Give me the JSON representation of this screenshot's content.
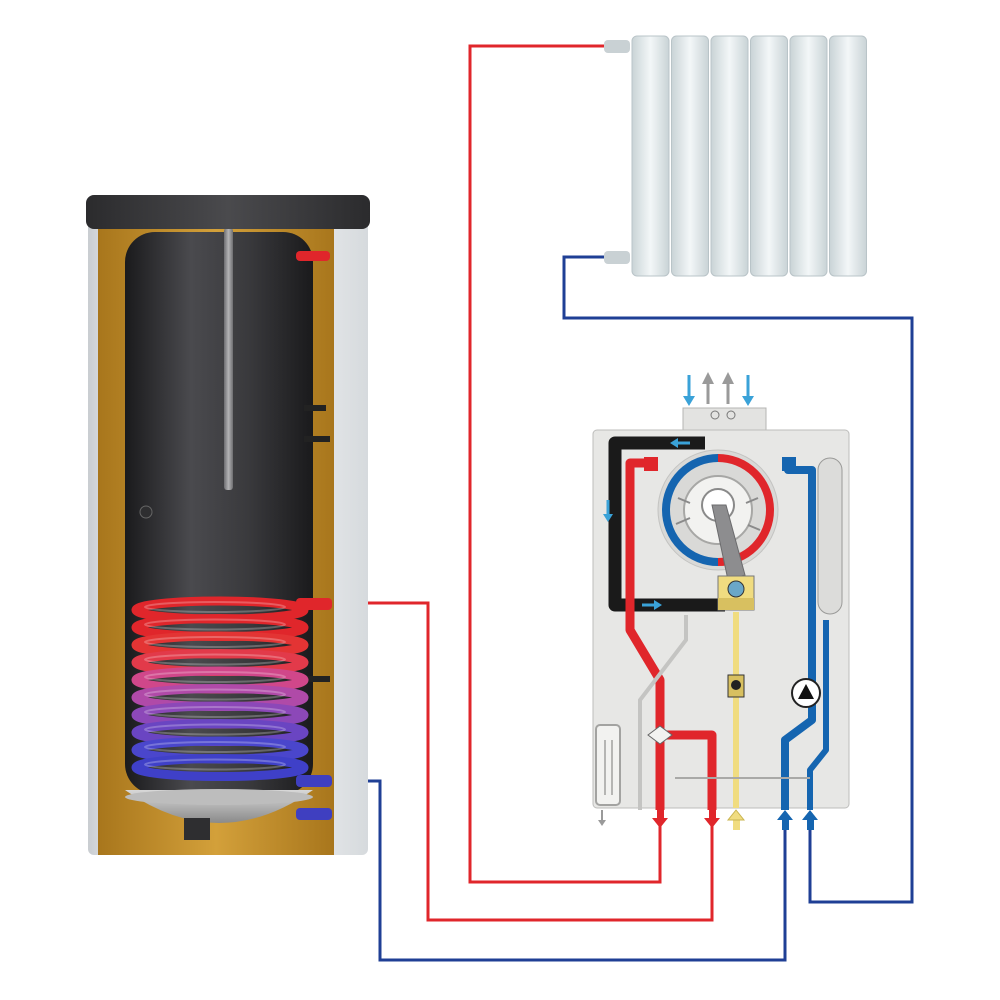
{
  "diagram": {
    "components": [
      {
        "id": "cylinder",
        "label": ""
      },
      {
        "id": "radiator",
        "label": ""
      },
      {
        "id": "boiler",
        "label": ""
      }
    ],
    "pipes": [
      {
        "id": "flow-to-radiator",
        "kind": "hot"
      },
      {
        "id": "return-from-radiator",
        "kind": "cold"
      },
      {
        "id": "flow-to-coil",
        "kind": "hot"
      },
      {
        "id": "return-from-coil",
        "kind": "cold"
      }
    ],
    "colors": {
      "hot": "#e0262b",
      "cold": "#1f3f95",
      "pipe_blue": "#1565b0",
      "insulation": "#c8942a",
      "tank_inner": "#2a2a2c",
      "jacket": "#eef0f2",
      "boiler_body": "#e7e7e5",
      "radiator": "#e7eef0",
      "gas": "#f0dc80",
      "inlet_arrow": "#3aa2d8"
    }
  }
}
